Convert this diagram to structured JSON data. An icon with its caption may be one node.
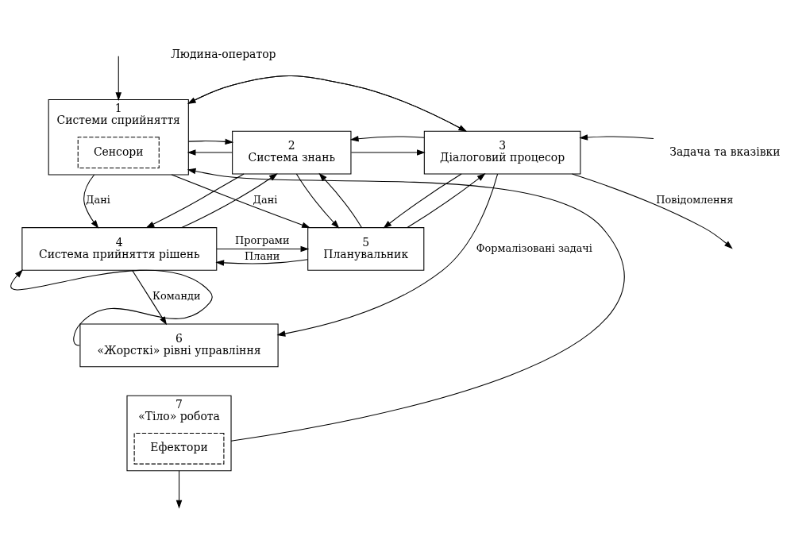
{
  "diagram": {
    "nodes": [
      {
        "text": [
          "1",
          "Системи сприйняття"
        ]
      },
      {
        "text": [
          "Сенсори"
        ],
        "in": 0
      },
      {
        "text": [
          "2",
          "Система знань"
        ]
      },
      {
        "text": [
          "3",
          "Діалоговий процесор"
        ]
      },
      {
        "text": [
          "4",
          "Система прийняття рішень"
        ]
      },
      {
        "text": [
          "5",
          "Планувальник"
        ]
      },
      {
        "text": [
          "6",
          "«Жорсткі» рівні управління"
        ]
      },
      {
        "text": [
          "7",
          "«Тіло» робота"
        ]
      },
      {
        "text": [
          "Ефектори"
        ],
        "in": 7
      },
      {
        "text": [
          "Задача та вказівки"
        ]
      }
    ],
    "edges": [
      {
        "from": null,
        "to": 0,
        "arrow": "to"
      },
      {
        "from": 0,
        "to": 3,
        "arrow": "to"
      },
      {
        "from": 3,
        "to": 0,
        "arrow": "to"
      },
      {
        "from": 0,
        "to": 2,
        "arrow": "to"
      },
      {
        "from": 2,
        "to": 0,
        "arrow": "to"
      },
      {
        "from": 2,
        "to": 3,
        "arrow": "to"
      },
      {
        "from": 3,
        "to": 2,
        "arrow": "to"
      },
      {
        "from": 9,
        "to": 3,
        "arrow": "to"
      },
      {
        "from": 3,
        "to": null,
        "arrow": "to",
        "label": "Повідомлення"
      },
      {
        "from": 2,
        "to": 4,
        "arrow": "to"
      },
      {
        "from": 4,
        "to": 2,
        "arrow": "to"
      },
      {
        "from": 0,
        "to": 5,
        "arrow": "to",
        "label": "Дані"
      },
      {
        "from": 0,
        "to": 4,
        "arrow": "to",
        "label": "Дані"
      },
      {
        "from": 2,
        "to": 5,
        "arrow": "to"
      },
      {
        "from": 5,
        "to": 2,
        "arrow": "to"
      },
      {
        "from": 5,
        "to": 3,
        "arrow": "to"
      },
      {
        "from": 3,
        "to": 5,
        "arrow": "to"
      },
      {
        "from": 5,
        "to": 4,
        "arrow": "to",
        "label": "Плани"
      },
      {
        "from": 4,
        "to": 5,
        "arrow": "to",
        "label": "Програми"
      },
      {
        "from": 4,
        "to": 6,
        "arrow": "to",
        "label": "Команди"
      },
      {
        "from": 6,
        "to": 4,
        "arrow": "to"
      },
      {
        "from": 3,
        "to": 6,
        "arrow": "to",
        "label": "Формалізовані задачі"
      },
      {
        "from": 7,
        "to": 0,
        "arrow": "to"
      },
      {
        "from": 7,
        "to": null,
        "arrow": "to"
      }
    ],
    "labels": [
      "Людина-оператор"
    ]
  }
}
